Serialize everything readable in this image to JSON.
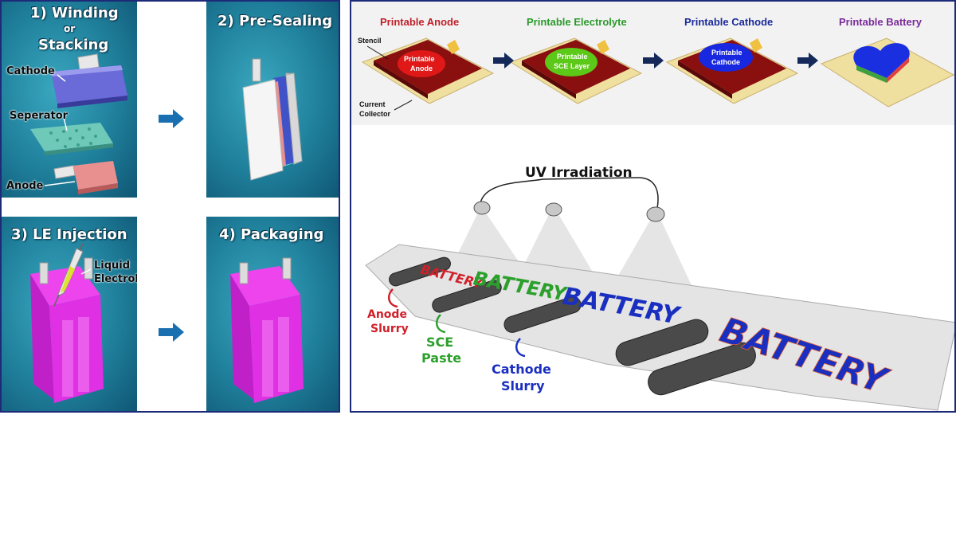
{
  "left": {
    "step1": {
      "title_line1": "1) Winding",
      "title_line2": "or",
      "title_line3": "Stacking",
      "cathode": "Cathode",
      "separator": "Seperator",
      "anode": "Anode"
    },
    "step2": {
      "title": "2) Pre-Sealing"
    },
    "step3": {
      "title": "3) LE Injection",
      "liquid_line1": "Liquid",
      "liquid_line2": "Electrolyte"
    },
    "step4": {
      "title": "4) Packaging"
    }
  },
  "right": {
    "steps": [
      {
        "label": "Printable Anode",
        "color": "#c0202a",
        "blob": "Printable\nAnode",
        "blob_line1": "Printable",
        "blob_line2": "Anode"
      },
      {
        "label": "Printable Electrolyte",
        "color": "#2a9a2a",
        "blob_line1": "Printable",
        "blob_line2": "SCE Layer"
      },
      {
        "label": "Printable Cathode",
        "color": "#1a2a9a",
        "blob_line1": "Printable",
        "blob_line2": "Cathode"
      },
      {
        "label": "Printable Battery",
        "color": "#7a2a9a"
      }
    ],
    "stencil": "Stencil",
    "current_line1": "Current",
    "current_line2": "Collector",
    "uv": "UV Irradiation",
    "film_word": "BATTERY",
    "anode_slurry_1": "Anode",
    "anode_slurry_2": "Slurry",
    "sce_paste_1": "SCE",
    "sce_paste_2": "Paste",
    "cathode_slurry_1": "Cathode",
    "cathode_slurry_2": "Slurry",
    "colors": {
      "anode": "#d0202a",
      "sce": "#2ca02c",
      "cathode": "#1a2fc0",
      "frame": "#1c2a78"
    }
  }
}
